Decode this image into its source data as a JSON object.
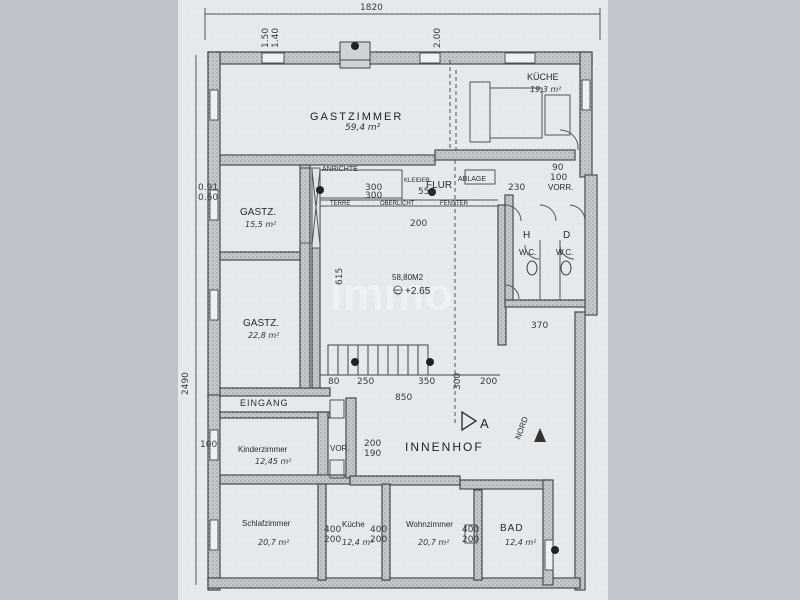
{
  "dimensions": {
    "width_total": "1820",
    "height_total": "2490",
    "top_a": "1.50",
    "top_b": "1.40",
    "top_c": "2.00",
    "left_a": "0.91",
    "left_b": "0.60",
    "flur_w": "550",
    "vorr_w": "230",
    "anr_w": "300",
    "anr_w2": "300",
    "k_100": "100",
    "k_200": "200",
    "sh_615": "615",
    "innen_850": "850",
    "b_80": "80",
    "b_250": "250",
    "b_350": "350",
    "b_200": "200",
    "side_370": "370",
    "vor_200a": "200",
    "vor_190": "190",
    "r_400a": "400",
    "r_200a": "200",
    "r_400b": "400",
    "r_200b": "200",
    "r_400c": "400",
    "r_200c": "200",
    "r_100": "100",
    "h_300": "300",
    "kh_90": "90"
  },
  "rooms": {
    "gastzimmer": "GASTZIMMER",
    "gastzimmer_area": "59,4 m²",
    "kueche_top": "KÜCHE",
    "kueche_top_area": "19,3 m²",
    "gastz1": "GASTZ.",
    "gastz1_area": "15,5 m²",
    "gastz2": "GASTZ.",
    "gastz2_area": "22,8 m²",
    "anrichte": "ANRICHTE",
    "kleider": "KLEIDER",
    "flur": "FLUR",
    "ablage": "ABLAGE",
    "vorr": "VORR.",
    "lichtkuppel_1": "TERRE",
    "lichtkuppel_2": "OBERLICHT",
    "lichtkuppel_3": "FENSTER",
    "saal_area": "58,80M2",
    "saal_level": "+2.65",
    "h": "H",
    "d": "D",
    "wc_1": "W.C.",
    "wc_2": "W.C.",
    "eingang": "EINGANG",
    "innenhof": "INNENHOF",
    "section_a": "A",
    "nord": "NORD",
    "kinderzimmer": "Kinderzimmer",
    "kinderzimmer_area": "12,45 m²",
    "vor": "VOR.",
    "schlafzimmer": "Schlafzimmer",
    "schlafzimmer_area": "20,7 m²",
    "kueche_bottom": "Küche",
    "kueche_bottom_area": "12,4 m²",
    "wohnzimmer": "Wohnzimmer",
    "wohnzimmer_area": "20,7 m²",
    "bad": "BAD",
    "bad_area": "12,4 m²"
  },
  "watermark": "immo"
}
